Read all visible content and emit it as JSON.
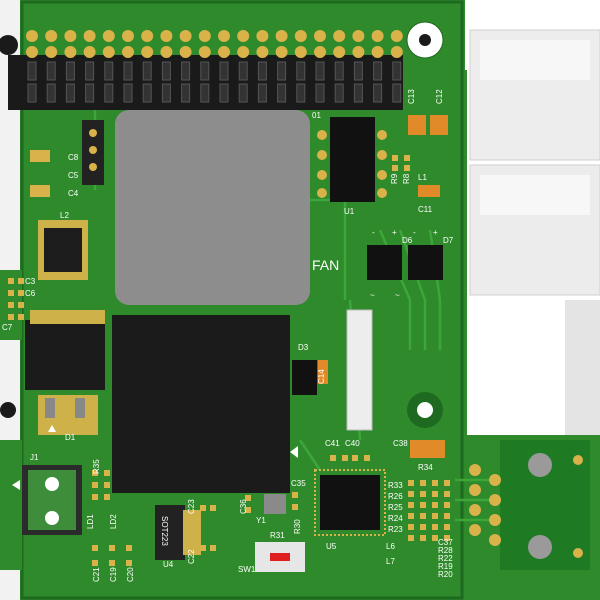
{
  "board": {
    "silkscreen": {
      "fan": "FAN",
      "inductors": [
        "L2",
        "L1"
      ],
      "chips": [
        "U1",
        "U4",
        "U5"
      ],
      "diodes": [
        "D1",
        "D3",
        "D6",
        "D7"
      ],
      "switch": "SW1",
      "crystal": "Y1",
      "jumper": "J1",
      "regulator_part": "SOT223",
      "capacitors_left": [
        "C8",
        "C5",
        "C4",
        "C3",
        "C6",
        "C7"
      ],
      "capacitors_top": [
        "C13",
        "C12",
        "C11"
      ],
      "capacitors_misc": [
        "C14",
        "C41",
        "C40",
        "C38",
        "C35",
        "C36",
        "C23",
        "C22",
        "C21",
        "C19",
        "C20",
        "C37"
      ],
      "resistors_left": [
        "R35",
        "R30",
        "R31"
      ],
      "resistors_top": [
        "R9",
        "R8"
      ],
      "resistors_bottom_right": [
        "R34",
        "R33",
        "R26",
        "R25",
        "R24",
        "R23",
        "R28",
        "R22",
        "R19",
        "R20"
      ],
      "leds": [
        "LD1",
        "LD2"
      ],
      "small_inductors": [
        "L6",
        "L7"
      ],
      "pin_marks": [
        "01",
        "~",
        "~",
        "+",
        "-",
        "+",
        "-"
      ]
    },
    "colors": {
      "pcb": "#2f8a2b",
      "pcb_dark": "#1e6a20",
      "trace": "#3da63a",
      "pad": "#d9b24a",
      "chip": "#1b1b1b",
      "connector": "#e8e8e8"
    }
  }
}
